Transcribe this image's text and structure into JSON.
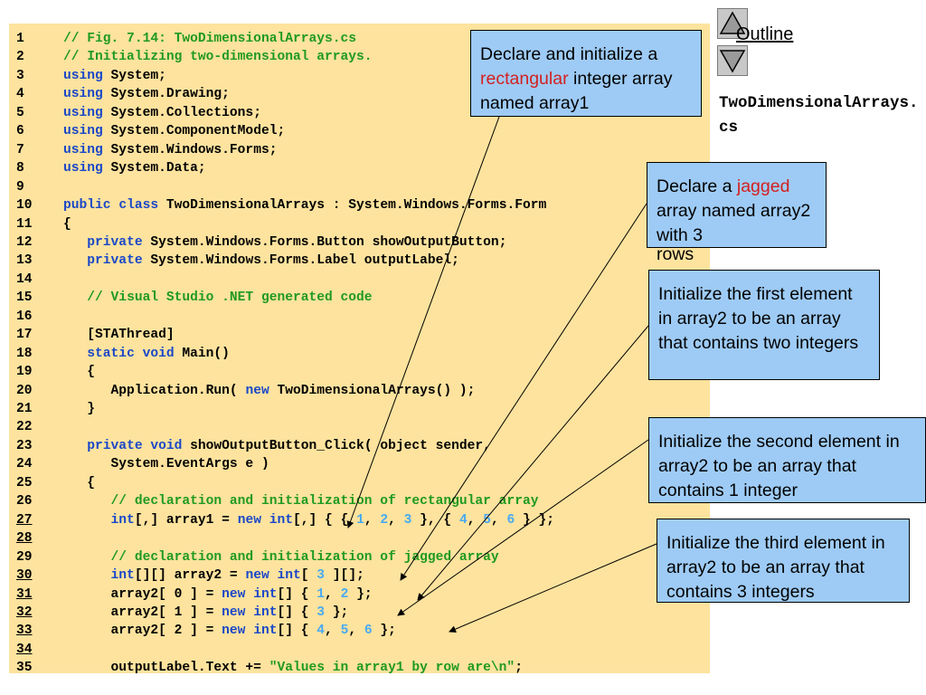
{
  "navigation": {
    "outline_label": "Outline",
    "up_icon": "triangle-up-icon",
    "down_icon": "triangle-down-icon"
  },
  "file_title": "TwoDimensionalArrays.cs",
  "code_lines": [
    {
      "num": "1",
      "underline": false,
      "tokens": [
        {
          "t": "// Fig. 7.14: TwoDimensionalArrays.cs",
          "k": "c"
        }
      ]
    },
    {
      "num": "2",
      "underline": false,
      "tokens": [
        {
          "t": "// Initializing two-dimensional arrays.",
          "k": "c"
        }
      ]
    },
    {
      "num": "3",
      "underline": false,
      "tokens": [
        {
          "t": "using",
          "k": "k"
        },
        {
          "t": " System;"
        }
      ]
    },
    {
      "num": "4",
      "underline": false,
      "tokens": [
        {
          "t": "using",
          "k": "k"
        },
        {
          "t": " System.Drawing;"
        }
      ]
    },
    {
      "num": "5",
      "underline": false,
      "tokens": [
        {
          "t": "using",
          "k": "k"
        },
        {
          "t": " System.Collections;"
        }
      ]
    },
    {
      "num": "6",
      "underline": false,
      "tokens": [
        {
          "t": "using",
          "k": "k"
        },
        {
          "t": " System.ComponentModel;"
        }
      ]
    },
    {
      "num": "7",
      "underline": false,
      "tokens": [
        {
          "t": "using",
          "k": "k"
        },
        {
          "t": " System.Windows.Forms;"
        }
      ]
    },
    {
      "num": "8",
      "underline": false,
      "tokens": [
        {
          "t": "using",
          "k": "k"
        },
        {
          "t": " System.Data;"
        }
      ]
    },
    {
      "num": "9",
      "underline": false,
      "tokens": []
    },
    {
      "num": "10",
      "underline": false,
      "tokens": [
        {
          "t": "public",
          "k": "k"
        },
        {
          "t": " "
        },
        {
          "t": "class",
          "k": "k"
        },
        {
          "t": " TwoDimensionalArrays : System.Windows.Forms.Form"
        }
      ]
    },
    {
      "num": "11",
      "underline": false,
      "tokens": [
        {
          "t": "{"
        }
      ]
    },
    {
      "num": "12",
      "underline": false,
      "tokens": [
        {
          "t": "   "
        },
        {
          "t": "private",
          "k": "k"
        },
        {
          "t": " System.Windows.Forms.Button showOutputButton;"
        }
      ]
    },
    {
      "num": "13",
      "underline": false,
      "tokens": [
        {
          "t": "   "
        },
        {
          "t": "private",
          "k": "k"
        },
        {
          "t": " System.Windows.Forms.Label outputLabel;"
        }
      ]
    },
    {
      "num": "14",
      "underline": false,
      "tokens": []
    },
    {
      "num": "15",
      "underline": false,
      "tokens": [
        {
          "t": "   "
        },
        {
          "t": "// Visual Studio .NET generated code",
          "k": "c"
        }
      ]
    },
    {
      "num": "16",
      "underline": false,
      "tokens": []
    },
    {
      "num": "17",
      "underline": false,
      "tokens": [
        {
          "t": "   [STAThread]"
        }
      ]
    },
    {
      "num": "18",
      "underline": false,
      "tokens": [
        {
          "t": "   "
        },
        {
          "t": "static",
          "k": "k"
        },
        {
          "t": " "
        },
        {
          "t": "void",
          "k": "k"
        },
        {
          "t": " Main()"
        }
      ]
    },
    {
      "num": "19",
      "underline": false,
      "tokens": [
        {
          "t": "   {"
        }
      ]
    },
    {
      "num": "20",
      "underline": false,
      "tokens": [
        {
          "t": "      Application.Run( "
        },
        {
          "t": "new",
          "k": "k"
        },
        {
          "t": " TwoDimensionalArrays() );"
        }
      ]
    },
    {
      "num": "21",
      "underline": false,
      "tokens": [
        {
          "t": "   }"
        }
      ]
    },
    {
      "num": "22",
      "underline": false,
      "tokens": []
    },
    {
      "num": "23",
      "underline": false,
      "tokens": [
        {
          "t": "   "
        },
        {
          "t": "private",
          "k": "k"
        },
        {
          "t": " "
        },
        {
          "t": "void",
          "k": "k"
        },
        {
          "t": " showOutputButton_Click( object sender,"
        }
      ]
    },
    {
      "num": "24",
      "underline": false,
      "tokens": [
        {
          "t": "      System.EventArgs e )"
        }
      ]
    },
    {
      "num": "25",
      "underline": false,
      "tokens": [
        {
          "t": "   {"
        }
      ]
    },
    {
      "num": "26",
      "underline": false,
      "tokens": [
        {
          "t": "      "
        },
        {
          "t": "// declaration and initialization of rectangular array",
          "k": "c"
        }
      ]
    },
    {
      "num": "27",
      "underline": true,
      "tokens": [
        {
          "t": "      "
        },
        {
          "t": "int",
          "k": "k"
        },
        {
          "t": "[,] array1 = "
        },
        {
          "t": "new",
          "k": "k"
        },
        {
          "t": " "
        },
        {
          "t": "int",
          "k": "k"
        },
        {
          "t": "[,] { { "
        },
        {
          "t": "1",
          "k": "n"
        },
        {
          "t": ", "
        },
        {
          "t": "2",
          "k": "n"
        },
        {
          "t": ", "
        },
        {
          "t": "3",
          "k": "n"
        },
        {
          "t": " }, { "
        },
        {
          "t": "4",
          "k": "n"
        },
        {
          "t": ", "
        },
        {
          "t": "5",
          "k": "n"
        },
        {
          "t": ", "
        },
        {
          "t": "6",
          "k": "n"
        },
        {
          "t": " } };"
        }
      ]
    },
    {
      "num": "28",
      "underline": true,
      "tokens": []
    },
    {
      "num": "29",
      "underline": false,
      "tokens": [
        {
          "t": "      "
        },
        {
          "t": "// declaration and initialization of jagged array",
          "k": "c"
        }
      ]
    },
    {
      "num": "30",
      "underline": true,
      "tokens": [
        {
          "t": "      "
        },
        {
          "t": "int",
          "k": "k"
        },
        {
          "t": "[][] array2 = "
        },
        {
          "t": "new",
          "k": "k"
        },
        {
          "t": " "
        },
        {
          "t": "int",
          "k": "k"
        },
        {
          "t": "[ "
        },
        {
          "t": "3",
          "k": "n"
        },
        {
          "t": " ][];"
        }
      ]
    },
    {
      "num": "31",
      "underline": true,
      "tokens": [
        {
          "t": "      array2[ 0 ] = "
        },
        {
          "t": "new",
          "k": "k"
        },
        {
          "t": " "
        },
        {
          "t": "int",
          "k": "k"
        },
        {
          "t": "[] { "
        },
        {
          "t": "1",
          "k": "n"
        },
        {
          "t": ", "
        },
        {
          "t": "2",
          "k": "n"
        },
        {
          "t": " };"
        }
      ]
    },
    {
      "num": "32",
      "underline": true,
      "tokens": [
        {
          "t": "      array2[ 1 ] = "
        },
        {
          "t": "new",
          "k": "k"
        },
        {
          "t": " "
        },
        {
          "t": "int",
          "k": "k"
        },
        {
          "t": "[] { "
        },
        {
          "t": "3",
          "k": "n"
        },
        {
          "t": " };"
        }
      ]
    },
    {
      "num": "33",
      "underline": true,
      "tokens": [
        {
          "t": "      array2[ 2 ] = "
        },
        {
          "t": "new",
          "k": "k"
        },
        {
          "t": " "
        },
        {
          "t": "int",
          "k": "k"
        },
        {
          "t": "[] { "
        },
        {
          "t": "4",
          "k": "n"
        },
        {
          "t": ", "
        },
        {
          "t": "5",
          "k": "n"
        },
        {
          "t": ", "
        },
        {
          "t": "6",
          "k": "n"
        },
        {
          "t": " };"
        }
      ]
    },
    {
      "num": "34",
      "underline": true,
      "tokens": []
    },
    {
      "num": "35",
      "underline": false,
      "tokens": [
        {
          "t": "      outputLabel.Text += "
        },
        {
          "t": "\"Values in array1 by row are\\n\"",
          "k": "s"
        },
        {
          "t": ";"
        }
      ]
    }
  ],
  "callouts": {
    "rectangular": {
      "before": "Declare and initialize a ",
      "highlight": "rectangular",
      "after": " integer array named array1"
    },
    "jagged": {
      "before": "Declare a ",
      "highlight": "jagged",
      "after": " array named array2 with 3"
    },
    "jagged_overflow": "rows",
    "first": "Initialize the first element in array2 to be an array that contains two integers",
    "second": "Initialize the second element in array2 to be an array that contains 1 integer",
    "third": "Initialize the third element in array2 to be an array that contains 3 integers"
  },
  "colors": {
    "code_background": "#fde39e",
    "keyword": "#1a47c8",
    "comment": "#1f9a1f",
    "number": "#4aaaf0",
    "callout_background": "#9ecbf5",
    "highlight": "#d42020"
  }
}
